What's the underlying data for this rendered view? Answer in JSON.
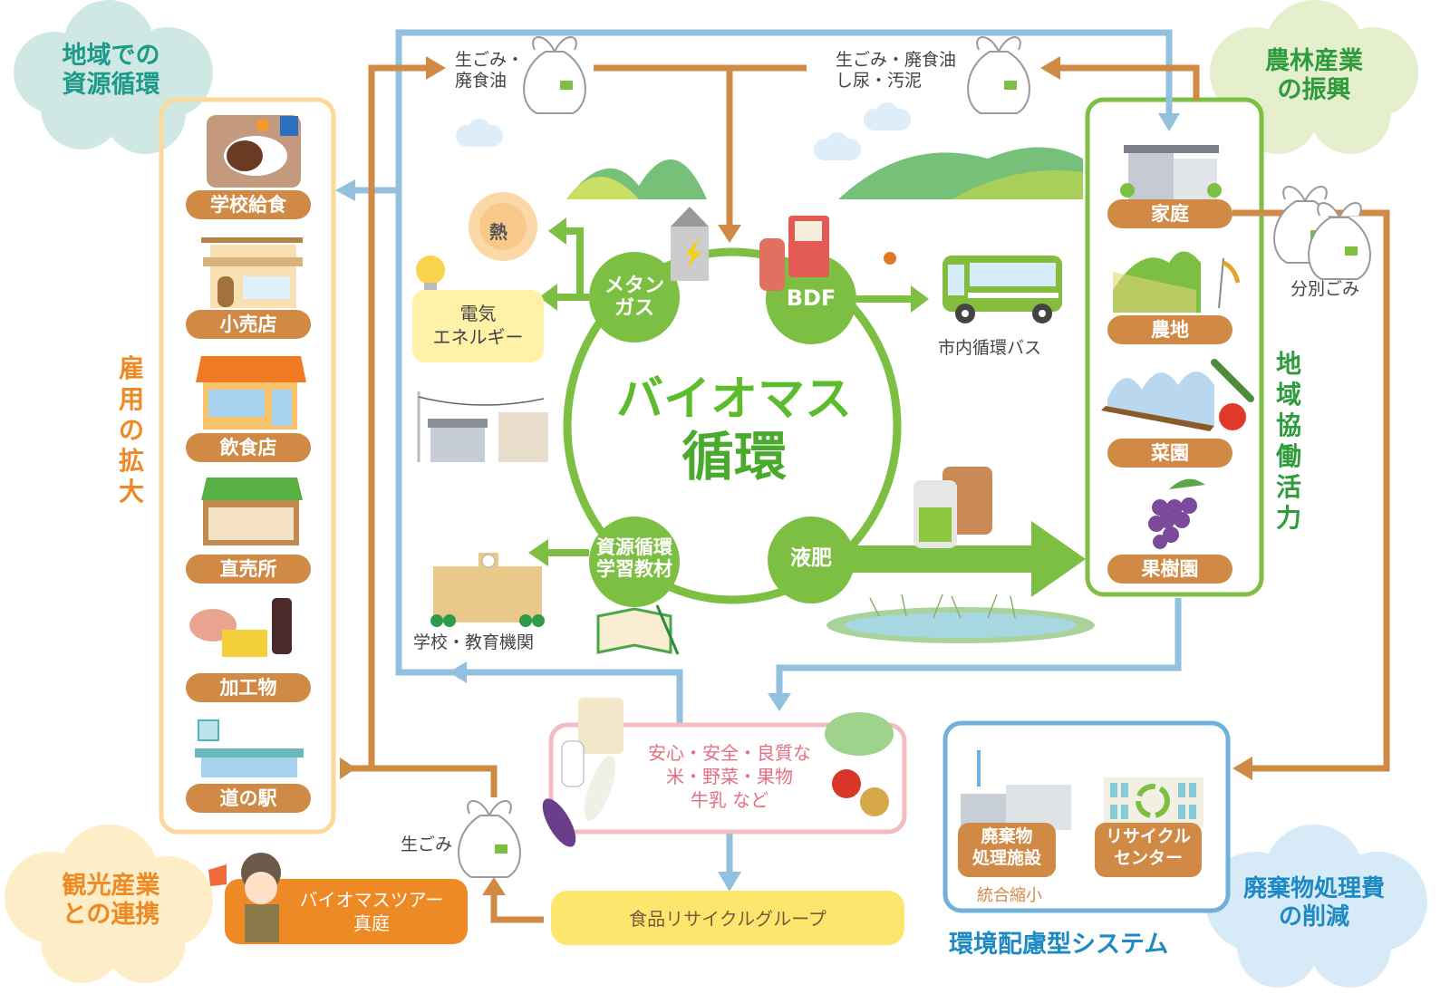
{
  "title": "バイオマス循環",
  "colors": {
    "orange_arrow": "#d08a45",
    "blue_arrow": "#92c0dd",
    "green": "#7dbf42",
    "dark_green": "#2e9b3c",
    "teal": "#1c9a8a",
    "pill": "#d08a45",
    "tour_orange": "#ee8a26",
    "pink": "#e56f82",
    "blue_text": "#1e8ac4"
  },
  "clouds": {
    "top_left": "地域での\n資源循環",
    "top_right": "農林産業\nの振興",
    "bottom_left": "観光産業\nとの連携",
    "bottom_right": "廃棄物処理費\nの削減"
  },
  "left_column": {
    "vertical_label": "雇用の拡大",
    "items": [
      {
        "label": "学校給食",
        "icon": "school-lunch-tray-icon"
      },
      {
        "label": "小売店",
        "icon": "retail-store-icon"
      },
      {
        "label": "飲食店",
        "icon": "restaurant-icon"
      },
      {
        "label": "直売所",
        "icon": "farm-stand-icon"
      },
      {
        "label": "加工物",
        "icon": "processed-food-icon"
      },
      {
        "label": "道の駅",
        "icon": "roadside-station-icon"
      }
    ]
  },
  "right_column": {
    "vertical_label": "地域協働活力",
    "items": [
      {
        "label": "家庭",
        "icon": "house-icon"
      },
      {
        "label": "農地",
        "icon": "farmland-icon"
      },
      {
        "label": "菜園",
        "icon": "greenhouse-icon"
      },
      {
        "label": "果樹園",
        "icon": "grapes-icon"
      }
    ]
  },
  "waste_labels": {
    "top_left": "生ごみ・\n廃食油",
    "top_right": "生ごみ・廃食油\nし尿・汚泥",
    "sorted": "分別ごみ",
    "bottom": "生ごみ"
  },
  "cycle": {
    "title_line1": "バイオマス",
    "title_line2": "循環",
    "nodes": {
      "methane": "メタン\nガス",
      "bdf": "BDF",
      "education": "資源循環\n学習教材",
      "fertilizer": "液肥"
    }
  },
  "outputs": {
    "heat": "熱",
    "electricity": "電気\nエネルギー",
    "bus": "市内循環バス",
    "school": "学校・教育機関"
  },
  "products_box": "安心・安全・良質な\n米・野菜・果物\n牛乳 など",
  "food_recycle_group": "食品リサイクルグループ",
  "tour": "バイオマスツアー\n真庭",
  "env_system": {
    "title": "環境配慮型システム",
    "facility1": "廃棄物\n処理施設",
    "facility1_note": "統合縮小",
    "facility2": "リサイクル\nセンター"
  }
}
